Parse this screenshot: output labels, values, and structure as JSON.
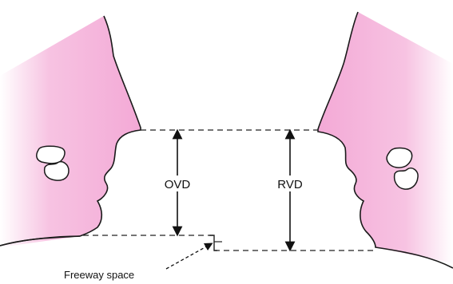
{
  "labels": {
    "ovd": "OVD",
    "rvd": "RVD",
    "freeway": "Freeway space"
  },
  "colors": {
    "skin": "#f5b3db",
    "skin_fade": "#ffffff",
    "outline": "#1a1a1a",
    "dash": "#222222"
  }
}
